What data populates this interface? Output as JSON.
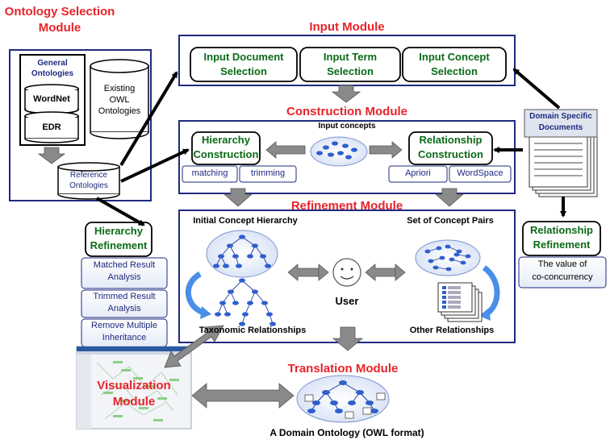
{
  "ontology_selection": {
    "title_line1": "Ontology Selection",
    "title_line2": "Module",
    "general_line1": "General",
    "general_line2": "Ontologies",
    "wordnet": "WordNet",
    "edr": "EDR",
    "existing_line1": "Existing",
    "existing_line2": "OWL",
    "existing_line3": "Ontologies",
    "reference_line1": "Reference",
    "reference_line2": "Ontologies"
  },
  "input_module": {
    "title": "Input Module",
    "doc_line1": "Input Document",
    "doc_line2": "Selection",
    "term_line1": "Input Term",
    "term_line2": "Selection",
    "concept_line1": "Input Concept",
    "concept_line2": "Selection"
  },
  "construction_module": {
    "title": "Construction Module",
    "input_concepts": "Input concepts",
    "hierarchy_line1": "Hierarchy",
    "hierarchy_line2": "Construction",
    "relationship_line1": "Relationship",
    "relationship_line2": "Construction",
    "matching": "matching",
    "trimming": "trimming",
    "apriori": "Apriori",
    "wordspace": "WordSpace"
  },
  "domain_docs": {
    "line1": "Domain Specific",
    "line2": "Documents"
  },
  "refinement_module": {
    "title": "Refinement Module",
    "initial_hierarchy": "Initial Concept Hierarchy",
    "concept_pairs": "Set of Concept Pairs",
    "user": "User",
    "taxonomic": "Taxonomic Relationships",
    "other": "Other Relationships"
  },
  "hierarchy_refinement": {
    "title_line1": "Hierarchy",
    "title_line2": "Refinement",
    "item1_line1": "Matched Result",
    "item1_line2": "Analysis",
    "item2_line1": "Trimmed Result",
    "item2_line2": "Analysis",
    "item3_line1": "Remove Multiple",
    "item3_line2": "Inheritance"
  },
  "relationship_refinement": {
    "title_line1": "Relationship",
    "title_line2": "Refinement",
    "value_line1": "The value of",
    "value_line2": "co-concurrency"
  },
  "translation_module": {
    "title": "Translation Module",
    "caption": "A Domain Ontology (OWL format)"
  },
  "visualization_module": {
    "line1": "Visualization",
    "line2": "Module"
  },
  "colors": {
    "module_red": "#e8232a",
    "sub_green": "#0a6b16",
    "border_navy": "#1e2a80",
    "arrow_gray": "#808080",
    "node_blue": "#2f5fcc"
  }
}
